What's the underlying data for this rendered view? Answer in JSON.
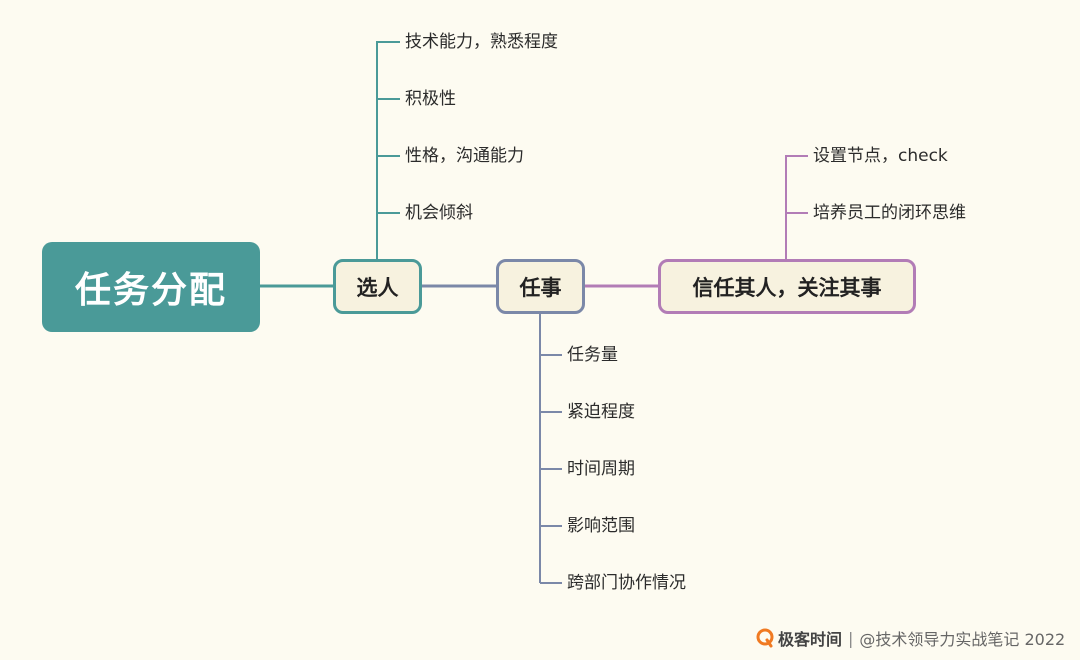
{
  "root": {
    "label": "任务分配"
  },
  "branches": [
    {
      "label": "选人",
      "color": "#4a9a98",
      "children": [
        "技术能力，熟悉程度",
        "积极性",
        "性格，沟通能力",
        "机会倾斜"
      ]
    },
    {
      "label": "任事",
      "color": "#7b88a8",
      "children": [
        "任务量",
        "紧迫程度",
        "时间周期",
        "影响范围",
        "跨部门协作情况"
      ]
    },
    {
      "label": "信任其人，关注其事",
      "color": "#b27cb6",
      "children": [
        "设置节点，check",
        "培养员工的闭环思维"
      ]
    }
  ],
  "watermark": {
    "brand": "极客时间",
    "separator": "|",
    "credit": "@技术领导力实战笔记 2022",
    "logo_color": "#f07a22"
  }
}
